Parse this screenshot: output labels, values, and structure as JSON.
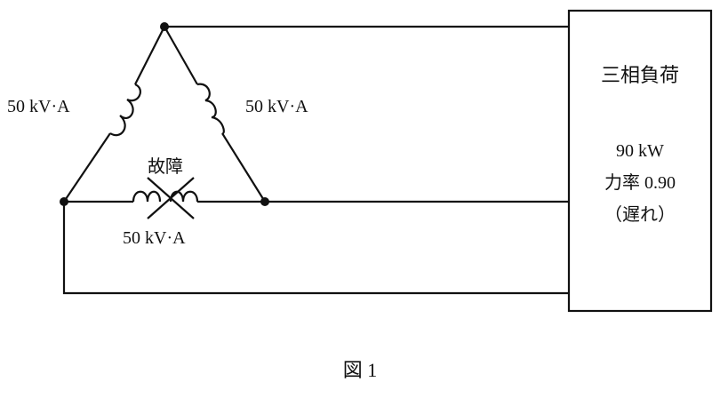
{
  "transformers": {
    "left_rating": "50 kV·A",
    "right_rating": "50 kV·A",
    "bottom_rating": "50 kV·A",
    "fault_label": "故障"
  },
  "load": {
    "title": "三相負荷",
    "power": "90 kW",
    "power_factor": "力率 0.90",
    "lag_note": "（遅れ）"
  },
  "caption": "図 1"
}
